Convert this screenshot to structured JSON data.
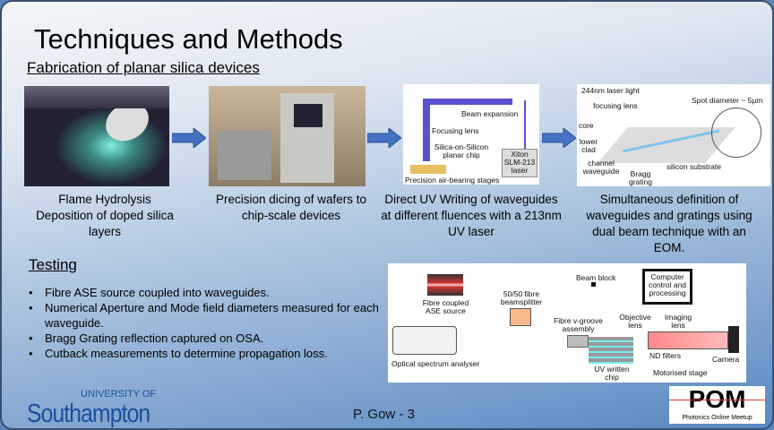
{
  "title": "Techniques and Methods",
  "fabrication": {
    "heading": "Fabrication of planar silica devices",
    "steps": [
      {
        "caption": "Flame Hydrolysis Deposition of doped silica layers"
      },
      {
        "caption": "Precision dicing of wafers to chip-scale devices"
      },
      {
        "caption": "Direct UV Writing of waveguides at different fluences with a 213nm UV laser",
        "diagram_labels": {
          "beam_expansion": "Beam expansion",
          "focusing_lens": "Focusing lens",
          "chip": "Silica-on-Silicon planar chip",
          "stages": "Precision air-bearing stages",
          "laser": "Xiton SLM-213 laser"
        }
      },
      {
        "caption": "Simultaneous definition of waveguides and gratings using dual beam technique with an EOM.",
        "diagram_labels": {
          "laser_light": "244nm laser light",
          "focusing_lens": "focusing lens",
          "spot": "Spot diameter ~ 5µm",
          "core": "core",
          "lower_clad": "lower clad",
          "channel": "channel waveguide",
          "bragg": "Bragg grating",
          "substrate": "silicon substrate"
        }
      }
    ]
  },
  "testing": {
    "heading": "Testing",
    "bullets": [
      "Fibre ASE source coupled into waveguides.",
      "Numerical Aperture and Mode field diameters measured for each waveguide.",
      "Bragg Grating reflection captured on OSA.",
      "Cutback measurements to determine propagation loss."
    ],
    "diagram_labels": {
      "ase": "Fibre coupled ASE source",
      "splitter": "50/50 fibre beamsplitter",
      "block": "Beam block",
      "computer": "Computer control and processing",
      "osa": "Optical spectrum analyser",
      "vgroove": "Fibre v-groove assembly",
      "objective": "Objective lens",
      "imaging": "Imaging lens",
      "nd": "ND filters",
      "camera": "Camera",
      "chip": "UV written chip",
      "stage": "Motorised stage"
    }
  },
  "footer": {
    "presenter": "P. Gow  - 3",
    "university_small": "UNIVERSITY OF",
    "university": "Southampton",
    "pom": "POM",
    "pom_sub": "Photonics Online Meetup"
  },
  "colors": {
    "arrow": "#4472c4",
    "brand": "#1b4f9c"
  }
}
